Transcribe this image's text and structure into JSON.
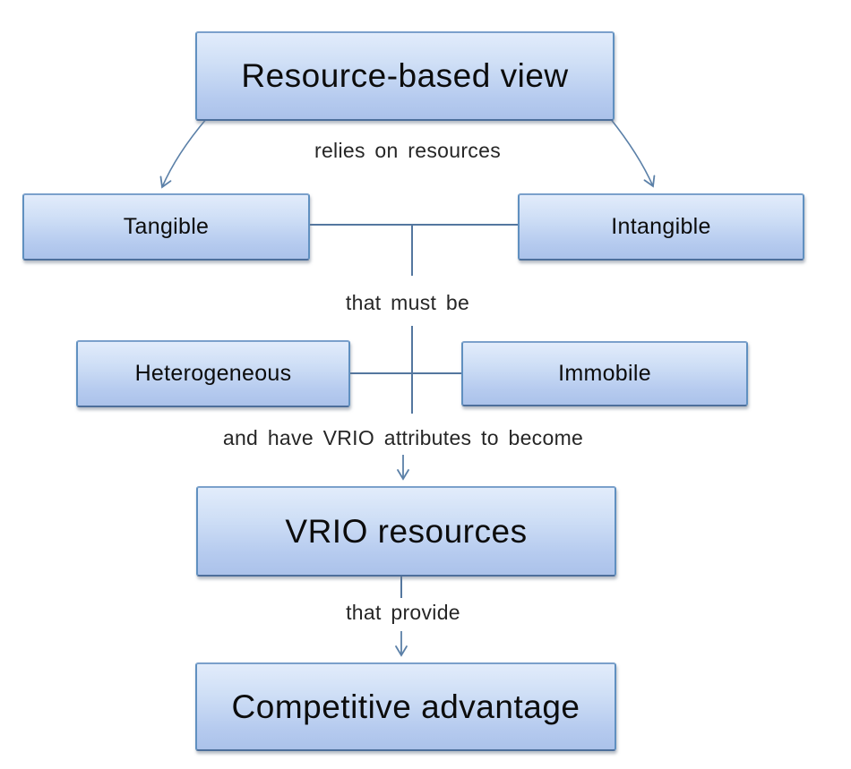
{
  "diagram": {
    "title": "Resource-based view diagram",
    "nodes": {
      "rbv": {
        "label": "Resource-based view"
      },
      "tangible": {
        "label": "Tangible"
      },
      "intangible": {
        "label": "Intangible"
      },
      "heterogeneous": {
        "label": "Heterogeneous"
      },
      "immobile": {
        "label": "Immobile"
      },
      "vrio": {
        "label": "VRIO resources"
      },
      "competitive": {
        "label": "Competitive advantage"
      }
    },
    "edge_labels": {
      "relies": "relies on resources",
      "must_be": "that must be",
      "vrio_attrs": "and have VRIO attributes to become",
      "provide": "that provide"
    },
    "edges": [
      {
        "from": "rbv",
        "to": "tangible",
        "style": "arrow",
        "label": "relies on resources"
      },
      {
        "from": "rbv",
        "to": "intangible",
        "style": "arrow",
        "label": "relies on resources"
      },
      {
        "from": "tangible",
        "to": "intangible",
        "style": "line"
      },
      {
        "from": "heterogeneous",
        "to": "immobile",
        "style": "line"
      },
      {
        "from": "resources",
        "to": "vrio",
        "style": "arrow",
        "label": "and have VRIO attributes to become"
      },
      {
        "from": "vrio",
        "to": "competitive",
        "style": "arrow",
        "label": "that provide"
      }
    ],
    "colors": {
      "background": "#ffffff",
      "box_border": "#6090c0",
      "box_fill_top": "#e2ecfb",
      "box_fill_bottom": "#abc2ea",
      "connector_line": "#54779f",
      "arrow_line": "#5b80a8",
      "node_text": "#0c0c0c",
      "label_text": "#262626"
    }
  }
}
